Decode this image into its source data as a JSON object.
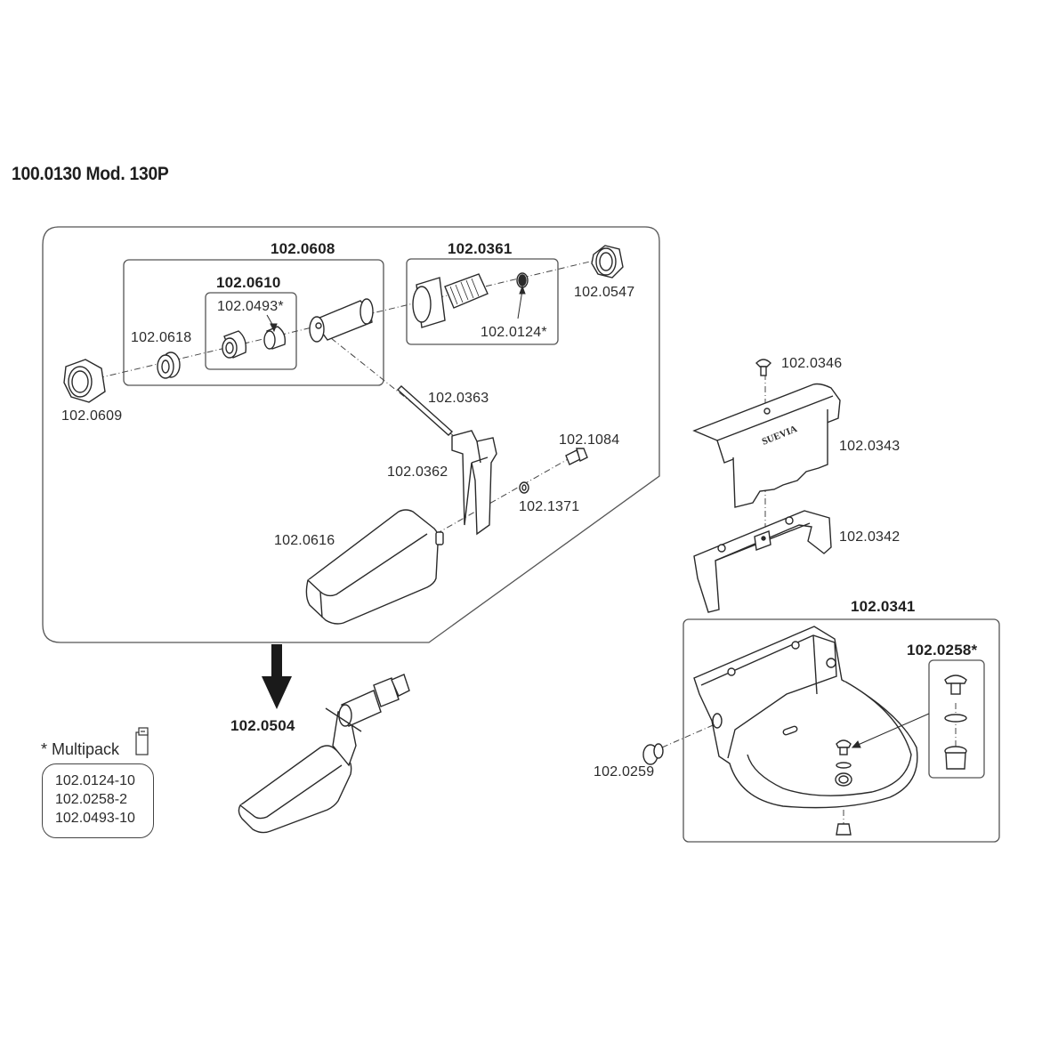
{
  "title": "100.0130 Mod. 130P",
  "brand_mark": "SUEVIA",
  "colors": {
    "line": "#2a2a2a",
    "frame": "#555555",
    "text": "#2b2b2b"
  },
  "float_valve_group": {
    "assembly_label": "102.0608",
    "subassembly_label": "102.0610",
    "parts": {
      "valve_seat_insert": "102.0493*",
      "washer_ring": "102.0618",
      "union_nut_left": "102.0609",
      "connector_assembly": "102.0361",
      "seal_washer": "102.0124*",
      "union_nut_right": "102.0547",
      "pin": "102.0363",
      "lever": "102.0362",
      "screw": "102.1084",
      "washer_small": "102.1371",
      "float": "102.0616"
    }
  },
  "complete_valve": {
    "label": "102.0504",
    "arrow_icon": "down-arrow-icon"
  },
  "multipack": {
    "heading": "* Multipack",
    "icon": "multipack-icon",
    "items": [
      "102.0124-10",
      "102.0258-2",
      "102.0493-10"
    ]
  },
  "bowl_group": {
    "screw_top": "102.0346",
    "cover": "102.0343",
    "bracket": "102.0342",
    "bowl_assembly": "102.0341",
    "drain_kit": "102.0258*",
    "plug": "102.0259"
  }
}
